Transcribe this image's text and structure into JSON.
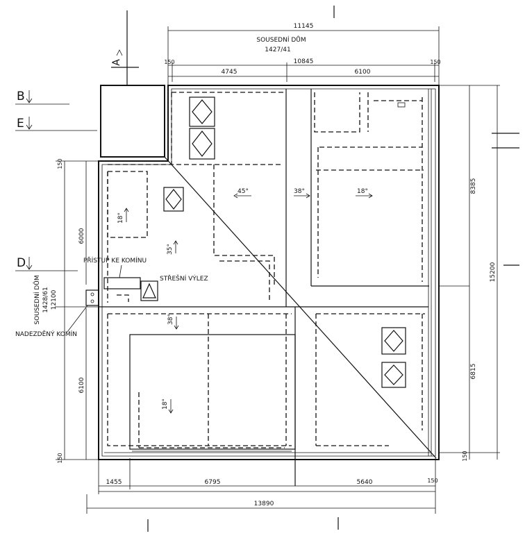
{
  "labels": {
    "neighbor_top_name": "SOUSEDNÍ DŮM",
    "neighbor_top_number": "1427/41",
    "neighbor_left_name": "SOUSEDNÍ DŮM",
    "neighbor_left_number": "1428/61",
    "neighbor_left_extra": "12100",
    "access_chimney": "PŘÍSTUP KE KOMÍNU",
    "roof_exit": "STŘEŠNÍ VÝLEZ",
    "raised_chimney": "NADEZDĚNÝ KOMÍN"
  },
  "section_marks": {
    "a": "A",
    "b": "B",
    "e": "E",
    "d": "D"
  },
  "dimensions": {
    "top_total": "11145",
    "top_inner": "10845",
    "top_left": "4745",
    "top_right": "6100",
    "top_edge_left": "150",
    "top_edge_right": "150",
    "right_upper": "8385",
    "right_total": "15200",
    "right_lower": "6815",
    "right_edge_bottom": "150",
    "left_upper": "6000",
    "left_lower": "6100",
    "left_edge_top": "150",
    "left_edge_bottom": "150",
    "bottom_a": "1455",
    "bottom_b": "6795",
    "bottom_c": "5640",
    "bottom_edge_right": "150",
    "bottom_total": "13890"
  },
  "slopes": {
    "s45": "45°",
    "s38_top": "38°",
    "s18_top": "18°",
    "s18_left": "18°",
    "s35": "35°",
    "s38_bottom": "38°",
    "s18_bottom": "18°"
  }
}
